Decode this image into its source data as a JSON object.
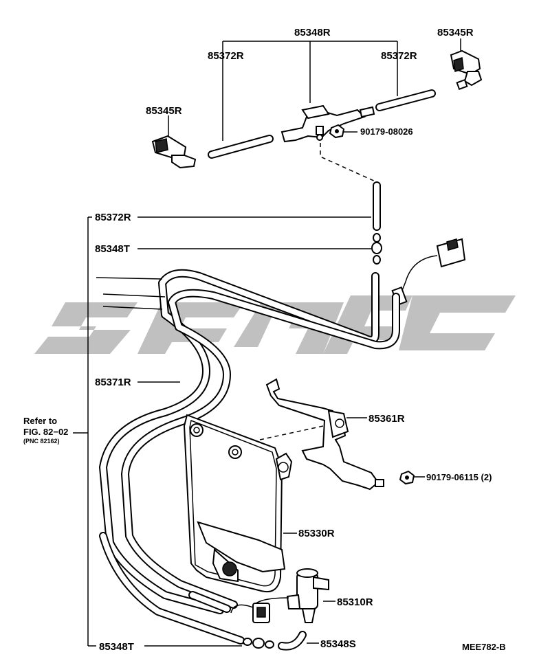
{
  "labels": {
    "top_hose_group": "85348R",
    "tube_left_top": "85372R",
    "tube_right_top": "85372R",
    "nozzle_right": "85345R",
    "nozzle_left": "85345R",
    "nut_top": "90179-08026",
    "tube_vertical": "85372R",
    "joint_upper": "85348T",
    "hose_main": "85371R",
    "bracket": "85361R",
    "nut_bracket": "90179-06115 (2)",
    "tank": "85330R",
    "pump": "85310R",
    "joint_lower": "85348T",
    "elbow_hose": "85348S",
    "refer_line1": "Refer to",
    "refer_line2": "FIG. 82−02",
    "refer_line3": "(PNC 82162)",
    "drawing_id": "MEE782-B"
  },
  "colors": {
    "line": "#000000",
    "watermark": "#b5b5b5",
    "background": "#ffffff"
  }
}
